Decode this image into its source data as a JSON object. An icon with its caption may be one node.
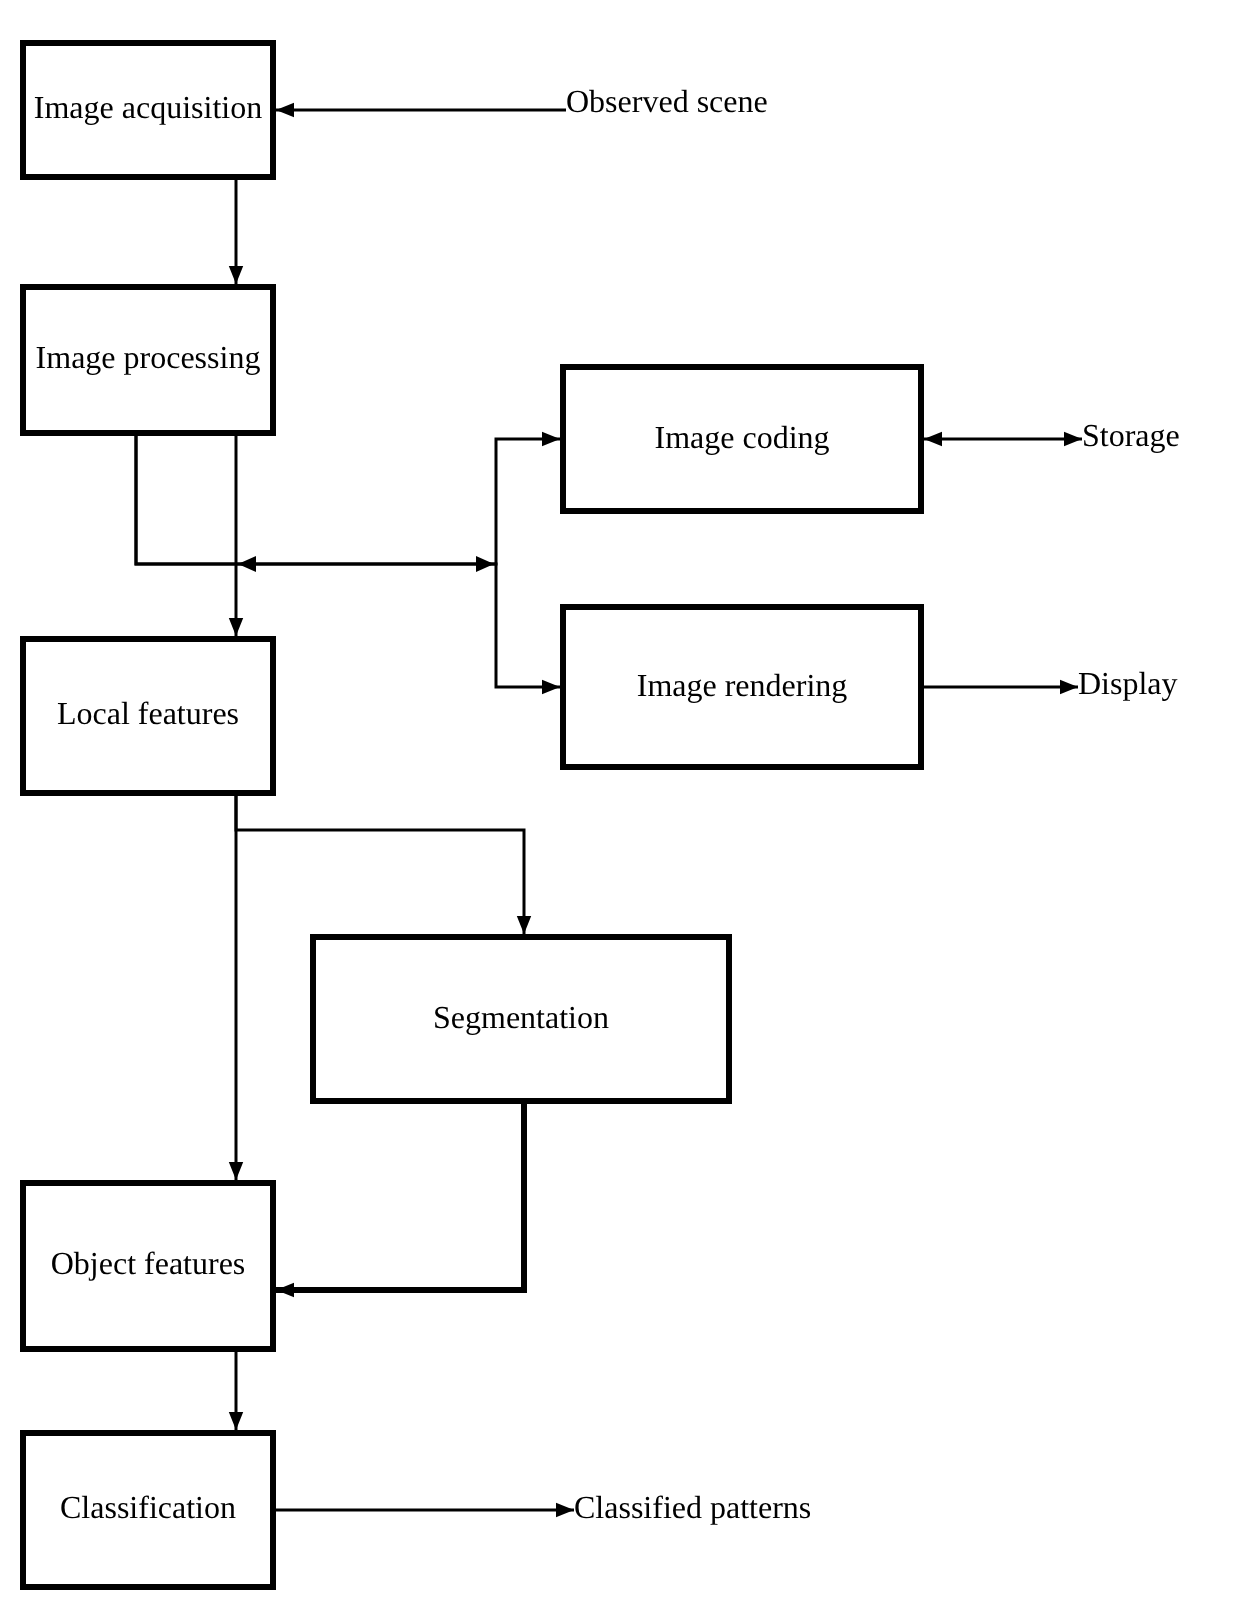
{
  "diagram": {
    "nodes": [
      {
        "text": [
          "Image acquisition"
        ]
      },
      {
        "text": [
          "Observed scene"
        ]
      },
      {
        "text": [
          "Image processing"
        ]
      },
      {
        "text": [
          "Image coding"
        ]
      },
      {
        "text": [
          "Storage"
        ]
      },
      {
        "text": [
          "Image rendering"
        ]
      },
      {
        "text": [
          "Display"
        ]
      },
      {
        "text": [
          "Local features"
        ]
      },
      {
        "text": [
          "Segmentation"
        ]
      },
      {
        "text": [
          "Object features"
        ]
      },
      {
        "text": [
          "Classification"
        ]
      },
      {
        "text": [
          "Classified patterns"
        ]
      }
    ],
    "edges": [
      {
        "from": 1,
        "to": 0,
        "arrow": "to"
      },
      {
        "from": 0,
        "to": 2,
        "arrow": "to"
      },
      {
        "from": 2,
        "to": 7,
        "arrow": "to"
      },
      {
        "from": 2,
        "to": 3,
        "arrow": "to"
      },
      {
        "from": 2,
        "to": 5,
        "arrow": "to"
      },
      {
        "from": 3,
        "to": 4,
        "arrow": "both"
      },
      {
        "from": 5,
        "to": 6,
        "arrow": "to"
      },
      {
        "from": 7,
        "to": 8,
        "arrow": "to"
      },
      {
        "from": 7,
        "to": 9,
        "arrow": "to"
      },
      {
        "from": 8,
        "to": 9,
        "arrow": "to",
        "style": "thick"
      },
      {
        "from": 9,
        "to": 10,
        "arrow": "to"
      },
      {
        "from": 10,
        "to": 11,
        "arrow": "to"
      }
    ]
  }
}
